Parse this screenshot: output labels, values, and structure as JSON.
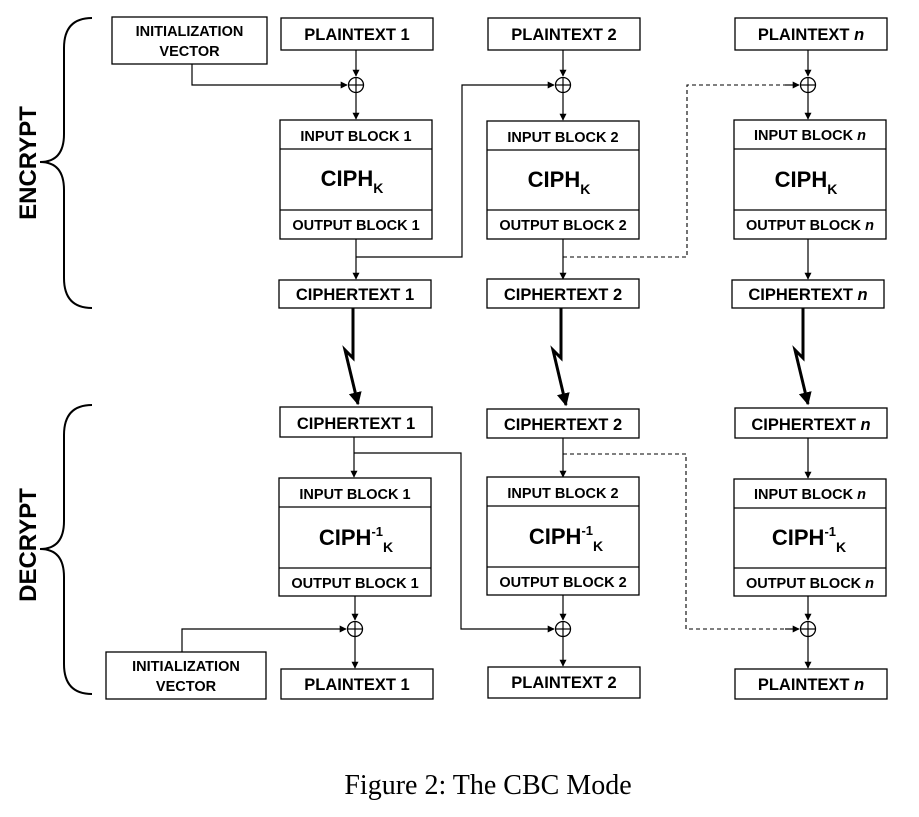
{
  "caption": "Figure 2: The CBC Mode",
  "sections": {
    "encrypt": "ENCRYPT",
    "decrypt": "DECRYPT"
  },
  "iv": {
    "line1": "INITIALIZATION",
    "line2": "VECTOR"
  },
  "cipher": {
    "base": "CIPH",
    "sub": "K",
    "inverse_sup": "-1"
  },
  "columns": [
    {
      "plaintext": "PLAINTEXT 1",
      "input_block": "INPUT BLOCK 1",
      "output_block": "OUTPUT BLOCK 1",
      "ciphertext": "CIPHERTEXT 1"
    },
    {
      "plaintext": "PLAINTEXT 2",
      "input_block": "INPUT BLOCK 2",
      "output_block": "OUTPUT BLOCK 2",
      "ciphertext": "CIPHERTEXT 2"
    },
    {
      "plaintext": "PLAINTEXT ",
      "input_block": "INPUT BLOCK ",
      "output_block": "OUTPUT BLOCK ",
      "ciphertext": "CIPHERTEXT ",
      "index_italic": "n"
    }
  ]
}
